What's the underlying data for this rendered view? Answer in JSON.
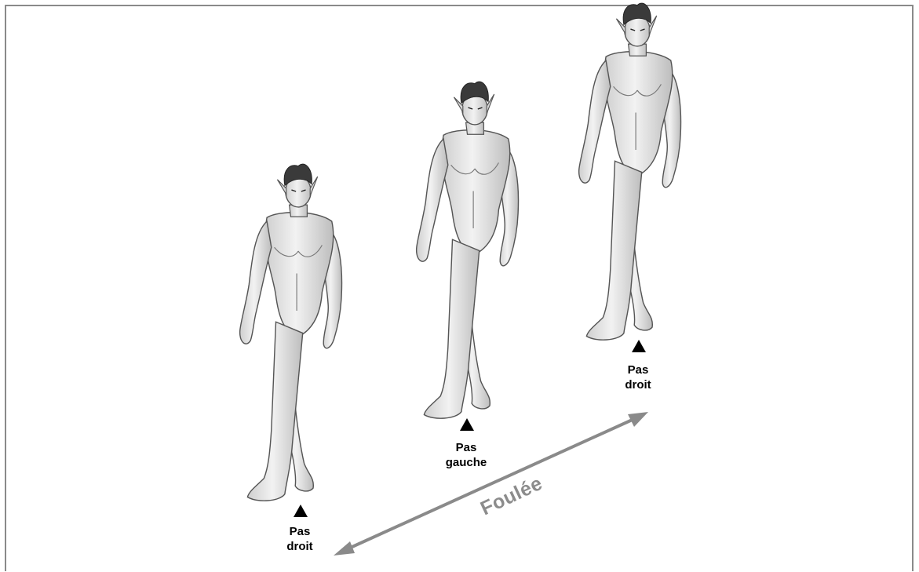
{
  "diagram": {
    "figures": [
      {
        "name": "figure-1",
        "icon": "walking-figure-icon"
      },
      {
        "name": "figure-2",
        "icon": "walking-figure-icon"
      },
      {
        "name": "figure-3",
        "icon": "walking-figure-icon"
      }
    ],
    "steps": [
      {
        "label_line1": "Pas",
        "label_line2": "droit"
      },
      {
        "label_line1": "Pas",
        "label_line2": "gauche"
      },
      {
        "label_line1": "Pas",
        "label_line2": "droit"
      }
    ],
    "stride_label": "Foulée",
    "colors": {
      "arrow": "#8a8a8a",
      "marker": "#000000",
      "frame": "#8a8a8a",
      "skin": "#e6e6e6",
      "outline": "#555555",
      "hair": "#3a3a3a"
    }
  }
}
